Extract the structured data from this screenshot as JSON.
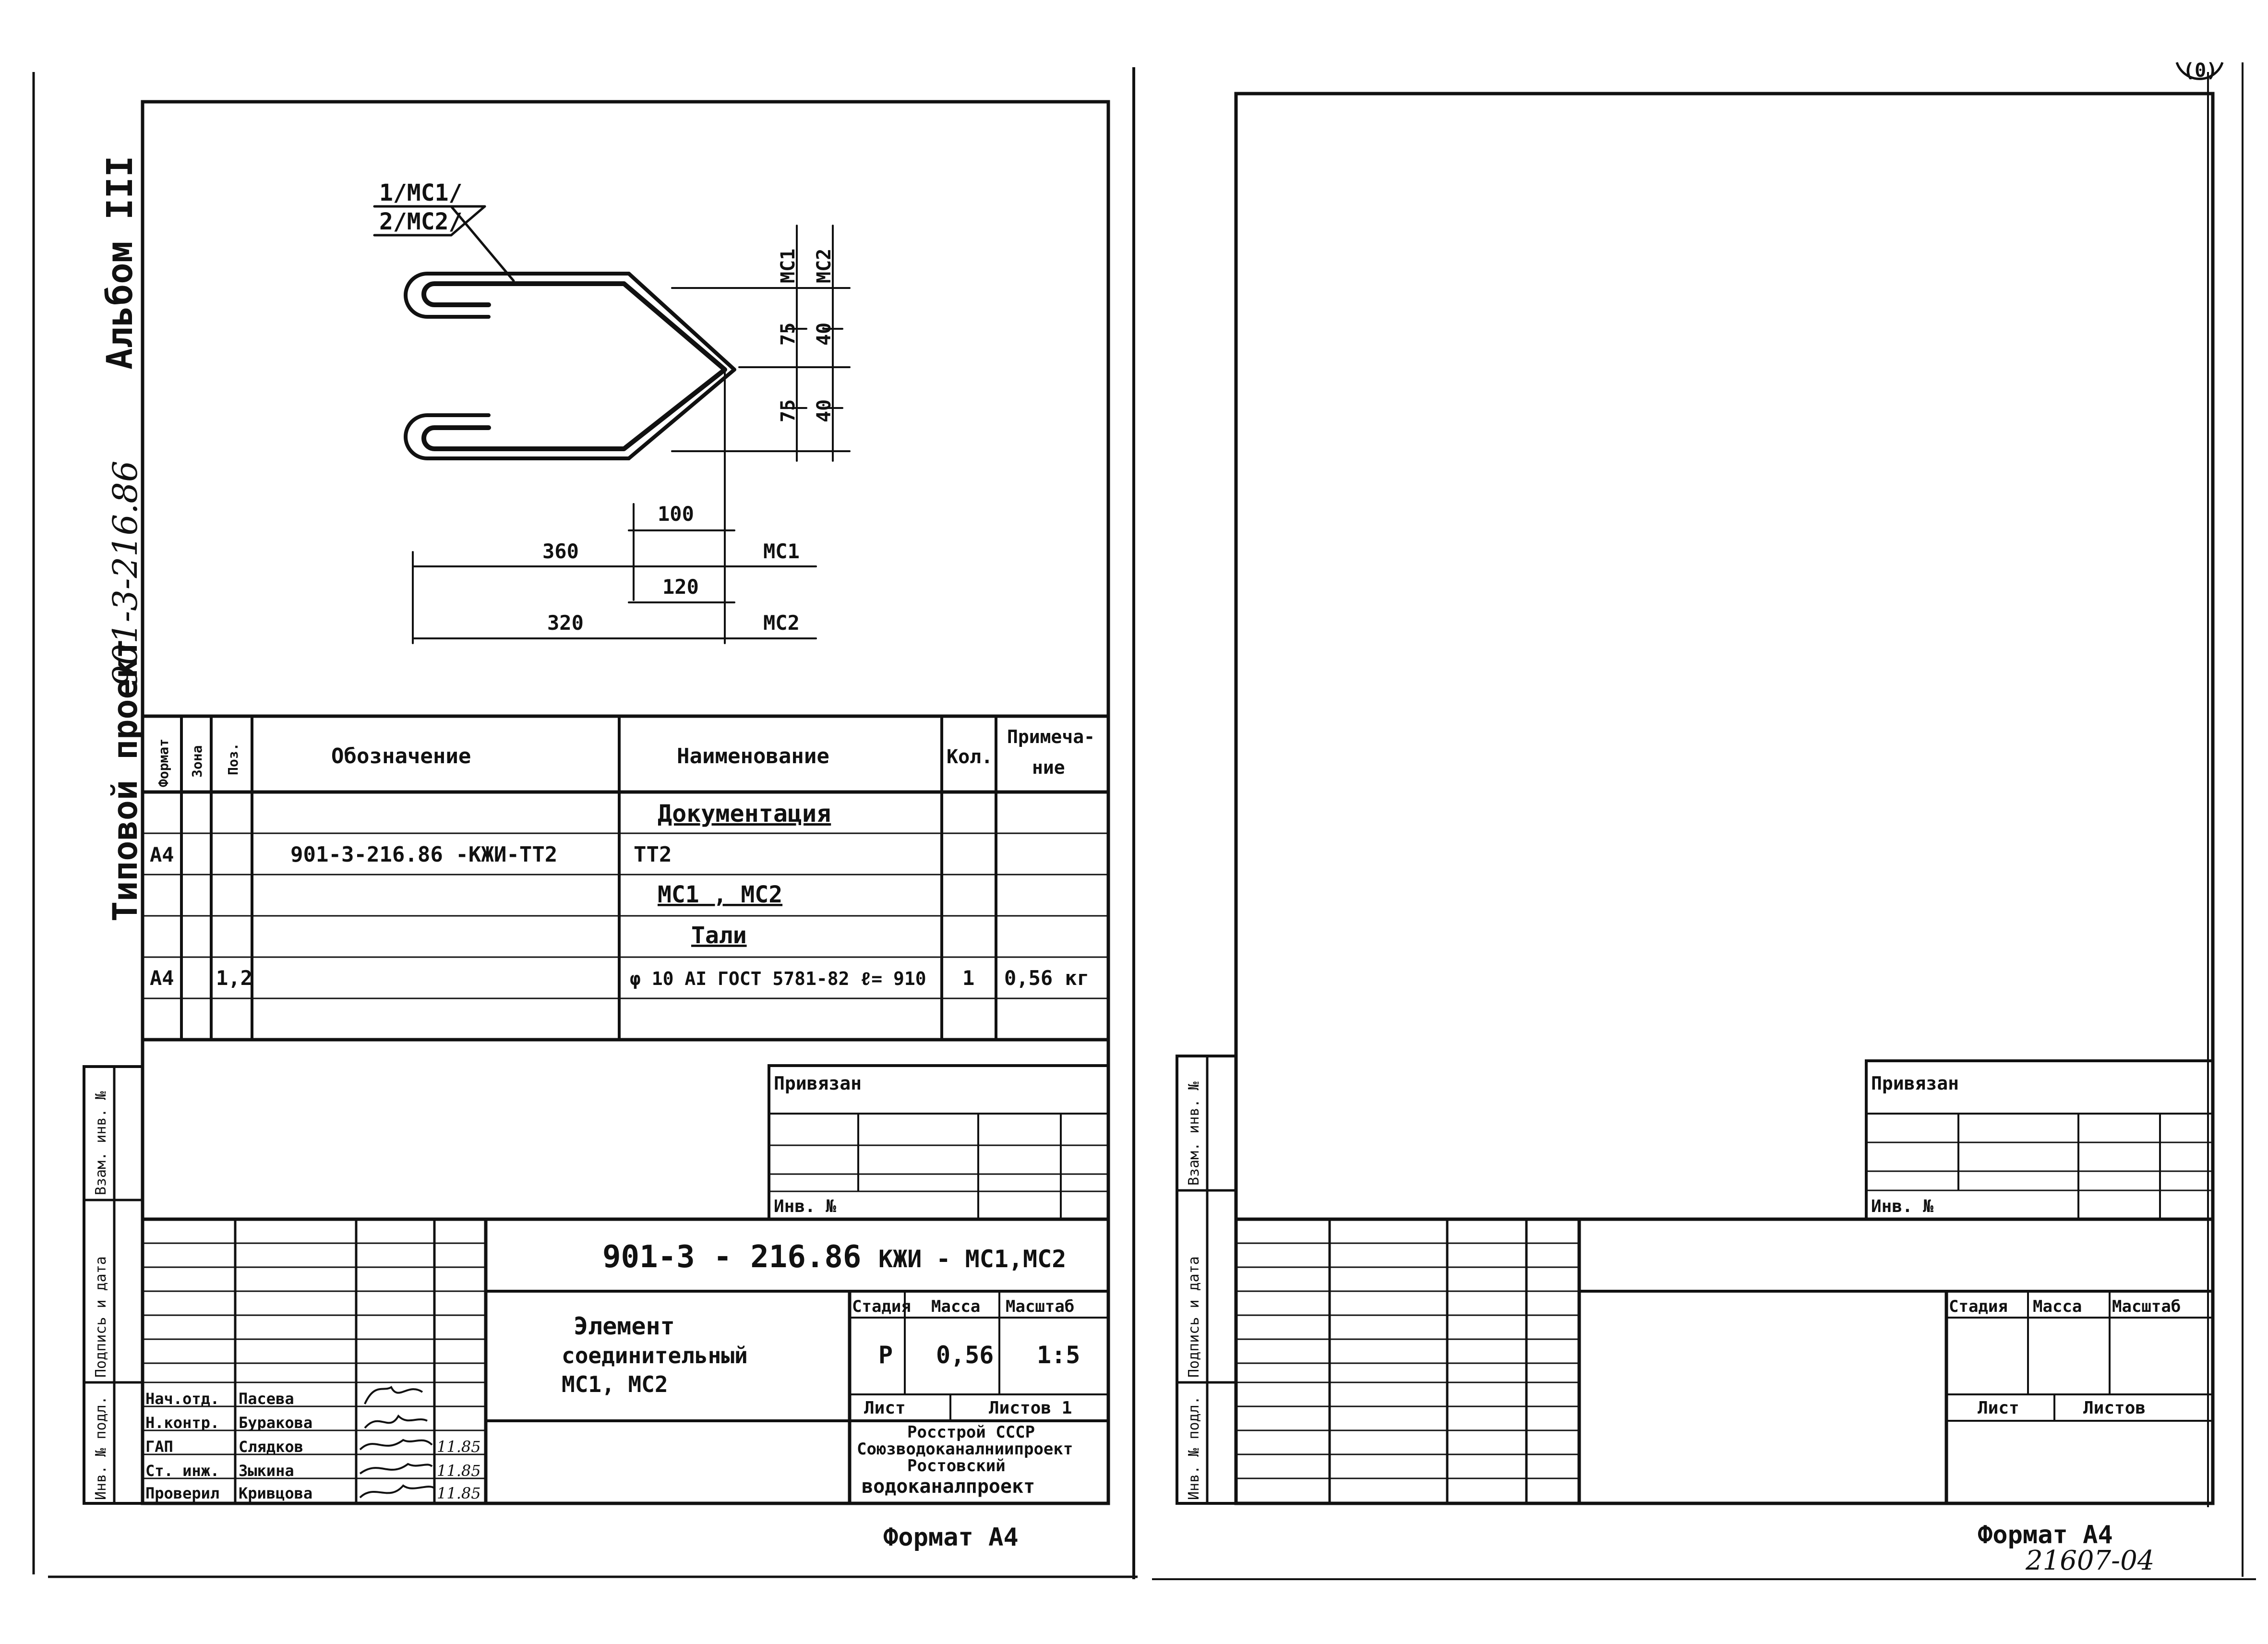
{
  "album": "Альбом III",
  "project": "Типовой проект",
  "project_code_handwritten": "901-3-216.86",
  "page_number": "(0)",
  "drawing": {
    "callout_top": "1/МС1/",
    "callout_bottom": "2/МС2/",
    "dims": {
      "mc1_label": "МС1",
      "mc2_label": "МС2",
      "mc1_upper": "75",
      "mc1_lower": "75",
      "mc2_upper": "40",
      "mc2_lower": "40",
      "mc1_length": "360",
      "mc1_point": "100",
      "mc2_length": "320",
      "mc2_point": "120",
      "row_label_mc1": "МС1",
      "row_label_mc2": "МС2"
    }
  },
  "spec_table": {
    "headers": {
      "format": "Формат",
      "zone": "Зона",
      "pos": "Поз.",
      "designation": "Обозначение",
      "name": "Наименование",
      "qty": "Кол.",
      "note_1": "Примеча-",
      "note_2": "ние"
    },
    "rows": [
      {
        "format": "",
        "pos": "",
        "designation": "",
        "name": "Документация",
        "qty": "",
        "note": ""
      },
      {
        "format": "А4",
        "pos": "",
        "designation": "901-3-216.86 -КЖИ-ТТ2",
        "name": "ТТ2",
        "qty": "",
        "note": ""
      },
      {
        "format": "",
        "pos": "",
        "designation": "",
        "name": "МС1 , МС2",
        "qty": "",
        "note": ""
      },
      {
        "format": "",
        "pos": "",
        "designation": "",
        "name": "Тали",
        "qty": "",
        "note": ""
      },
      {
        "format": "А4",
        "pos": "1,2",
        "designation": "",
        "name": "φ 10 АI ГОСТ 5781-82 ℓ= 910",
        "qty": "1",
        "note": "0,56 кг"
      }
    ]
  },
  "side_stamp": {
    "vzam": "Взам. инв. №",
    "podpis": "Подпись и дата",
    "inv_podl": "Инв. № подл."
  },
  "privyazan": {
    "title": "Привязан",
    "inv": "Инв. №"
  },
  "title_block": {
    "code": "901-3 - 216.86",
    "sheet_code": "КЖИ - МС1,МС2",
    "name_line1": "Элемент",
    "name_line2": "соединительный",
    "name_line3": "МС1, МС2",
    "stage_header": "Стадия",
    "mass_header": "Масса",
    "scale_header": "Масштаб",
    "stage": "Р",
    "mass": "0,56",
    "scale": "1:5",
    "sheet_label": "Лист",
    "sheets_label": "Листов 1",
    "org_line1": "Росстрой СССР",
    "org_line2": "Союзводоканалниипроект",
    "org_line3": "Ростовский",
    "org_line4": "водоканалпроект",
    "signers": [
      {
        "role": "Нач.отд.",
        "name": "Пасева",
        "date": ""
      },
      {
        "role": "Н.контр.",
        "name": "Буракова",
        "date": ""
      },
      {
        "role": "ГАП",
        "name": "Слядков",
        "date": "11.85"
      },
      {
        "role": "Ст. инж.",
        "name": "Зыкина",
        "date": "11.85"
      },
      {
        "role": "Проверил",
        "name": "Кривцова",
        "date": "11.85"
      }
    ],
    "format": "Формат А4"
  },
  "right_sheet": {
    "privyazan": "Привязан",
    "inv": "Инв. №",
    "stage_header": "Стадия",
    "mass_header": "Масса",
    "scale_header": "Масштаб",
    "sheet_label": "Лист",
    "sheets_label": "Листов",
    "format": "Формат А4",
    "archive_number": "21607-04",
    "side_vzam": "Взам. инв. №",
    "side_podpis": "Подпись и дата",
    "side_inv": "Инв. № подл."
  }
}
